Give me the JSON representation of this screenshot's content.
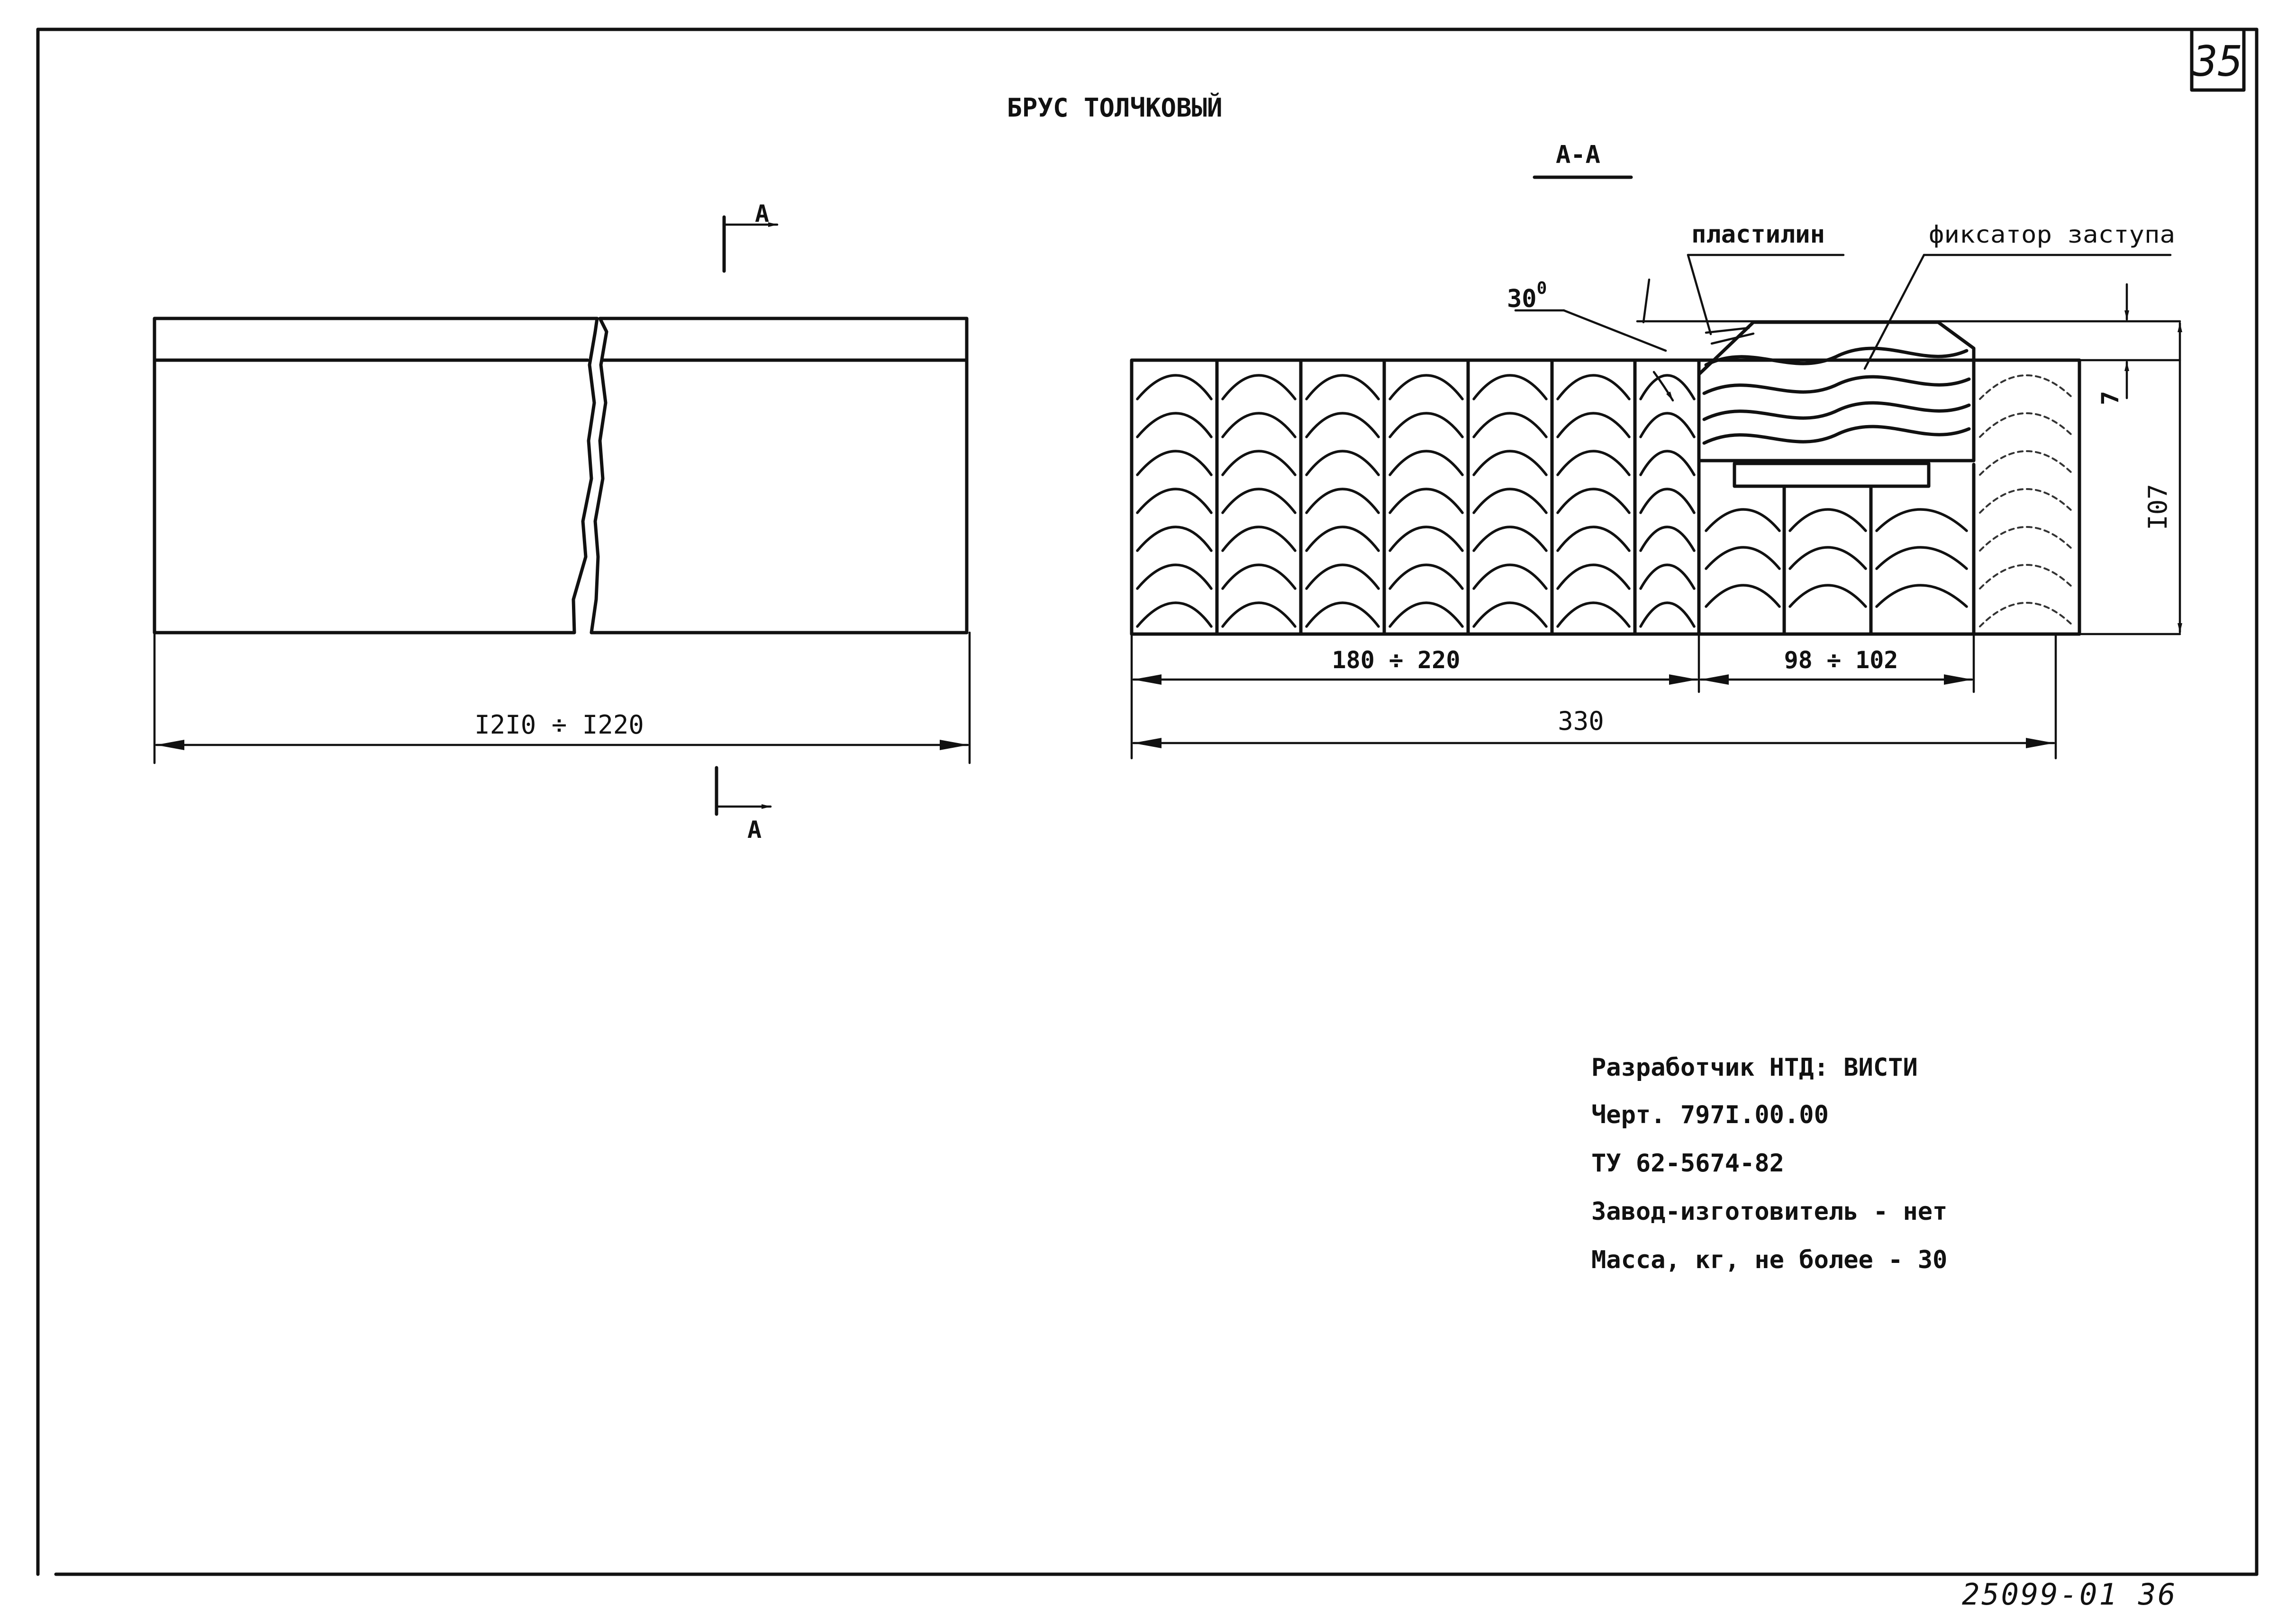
{
  "page_number": "35",
  "title": "БРУС ТОЛЧКОВЫЙ",
  "section_labels": {
    "top": "А",
    "bottom": "А",
    "view": "А-А"
  },
  "dimensions": {
    "length": "I2I0 ÷ I220",
    "angle_value": "30",
    "angle_unit": "0",
    "part_width": "180 ÷ 220",
    "insert_width": "98 ÷ 102",
    "total_width": "330",
    "height": "I07",
    "protrusion": "7"
  },
  "callouts": {
    "plasticine": "пластилин",
    "fixator": "фиксатор заступа"
  },
  "spec": {
    "developer": "Разработчик НТД: ВИСТИ",
    "drawing": "Черт. 797I.00.00",
    "standard": "ТУ 62-5674-82",
    "manufacturer": "Завод-изготовитель - нет",
    "mass": "Масса, кг, не более - 30"
  },
  "document_code": "25099-01 36"
}
